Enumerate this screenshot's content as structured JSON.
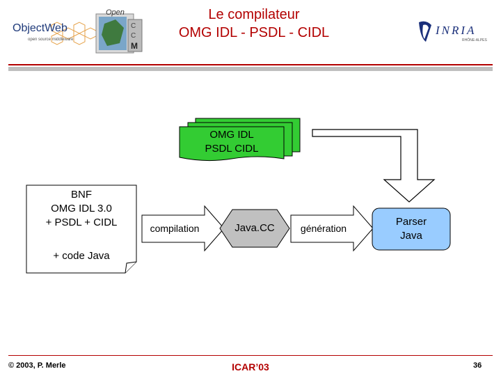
{
  "header": {
    "title_line1": "Le compilateur",
    "title_line2": "OMG IDL - PSDL - CIDL",
    "logo_objectweb_name": "ObjectWeb",
    "logo_objectweb_tagline": "open source middleware",
    "logo_open_word": "Open",
    "logo_inria_word": "INRIA",
    "logo_inria_sub": "RHÔNE-ALPES"
  },
  "diagram": {
    "grammar_box": {
      "line1": "BNF",
      "line2": "OMG IDL 3.0",
      "line3": "+ PSDL + CIDL",
      "line4": "+ code Java"
    },
    "input_stack": {
      "line1": "OMG IDL",
      "line2": "PSDL CIDL"
    },
    "step_compilation": "compilation",
    "tool": "Java.CC",
    "step_generation": "génération",
    "output": {
      "line1": "Parser",
      "line2": "Java"
    },
    "colors": {
      "input_fill": "#33cc33",
      "tool_fill": "#c0c0c0",
      "output_fill": "#99ccff"
    }
  },
  "footer": {
    "left": "© 2003, P. Merle",
    "center": "ICAR’03",
    "right": "36"
  }
}
